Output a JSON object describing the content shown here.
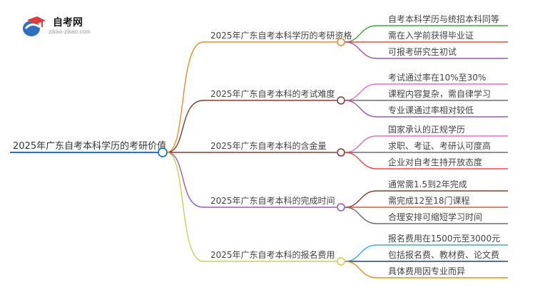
{
  "brand": {
    "title": "自考网",
    "url": "zikao-zikao.com"
  },
  "root": {
    "label": "2025年广东自考本科学历的考研价值",
    "color": "#1e78c6"
  },
  "branches": [
    {
      "label": "2025年广东自考本科学历的考研资格",
      "color": "#f28a1e",
      "leaves": [
        {
          "label": "自考本科学历与统招本科同等",
          "color": "#3aaa35"
        },
        {
          "label": "需在入学前获得毕业证",
          "color": "#e24d43"
        },
        {
          "label": "可报考研究生初试",
          "color": "#9b59b6"
        }
      ]
    },
    {
      "label": "2025年广东自考本科的考试难度",
      "color": "#8b3a2b",
      "leaves": [
        {
          "label": "考试通过率在10%至30%",
          "color": "#ef6ac2"
        },
        {
          "label": "课程内容复杂，需自律学习",
          "color": "#6d6d6d"
        },
        {
          "label": "专业课通过率相对较低",
          "color": "#9b59b6"
        }
      ]
    },
    {
      "label": "2025年广东自考本科的含金量",
      "color": "#8b3a2b",
      "leaves": [
        {
          "label": "国家承认的正规学历",
          "color": "#ef6ac2"
        },
        {
          "label": "求职、考证、考研认可度高",
          "color": "#6d6d6d"
        },
        {
          "label": "企业对自考生持开放态度",
          "color": "#e24d43"
        }
      ]
    },
    {
      "label": "2025年广东自考本科的完成时间",
      "color": "#9b59b6",
      "leaves": [
        {
          "label": "通常需1.5到2年完成",
          "color": "#8b3a2b"
        },
        {
          "label": "需完成12至18门课程",
          "color": "#e24d43"
        },
        {
          "label": "合理安排可缩短学习时间",
          "color": "#6d6d6d"
        }
      ]
    },
    {
      "label": "2025年广东自考本科的报名费用",
      "color": "#c9d44a",
      "leaves": [
        {
          "label": "报名费用在1500元至3000元",
          "color": "#29b6d8"
        },
        {
          "label": "包括报名费、教材费、论文费",
          "color": "#1e3f8a"
        },
        {
          "label": "具体费用因专业而异",
          "color": "#f28a1e"
        }
      ]
    }
  ]
}
